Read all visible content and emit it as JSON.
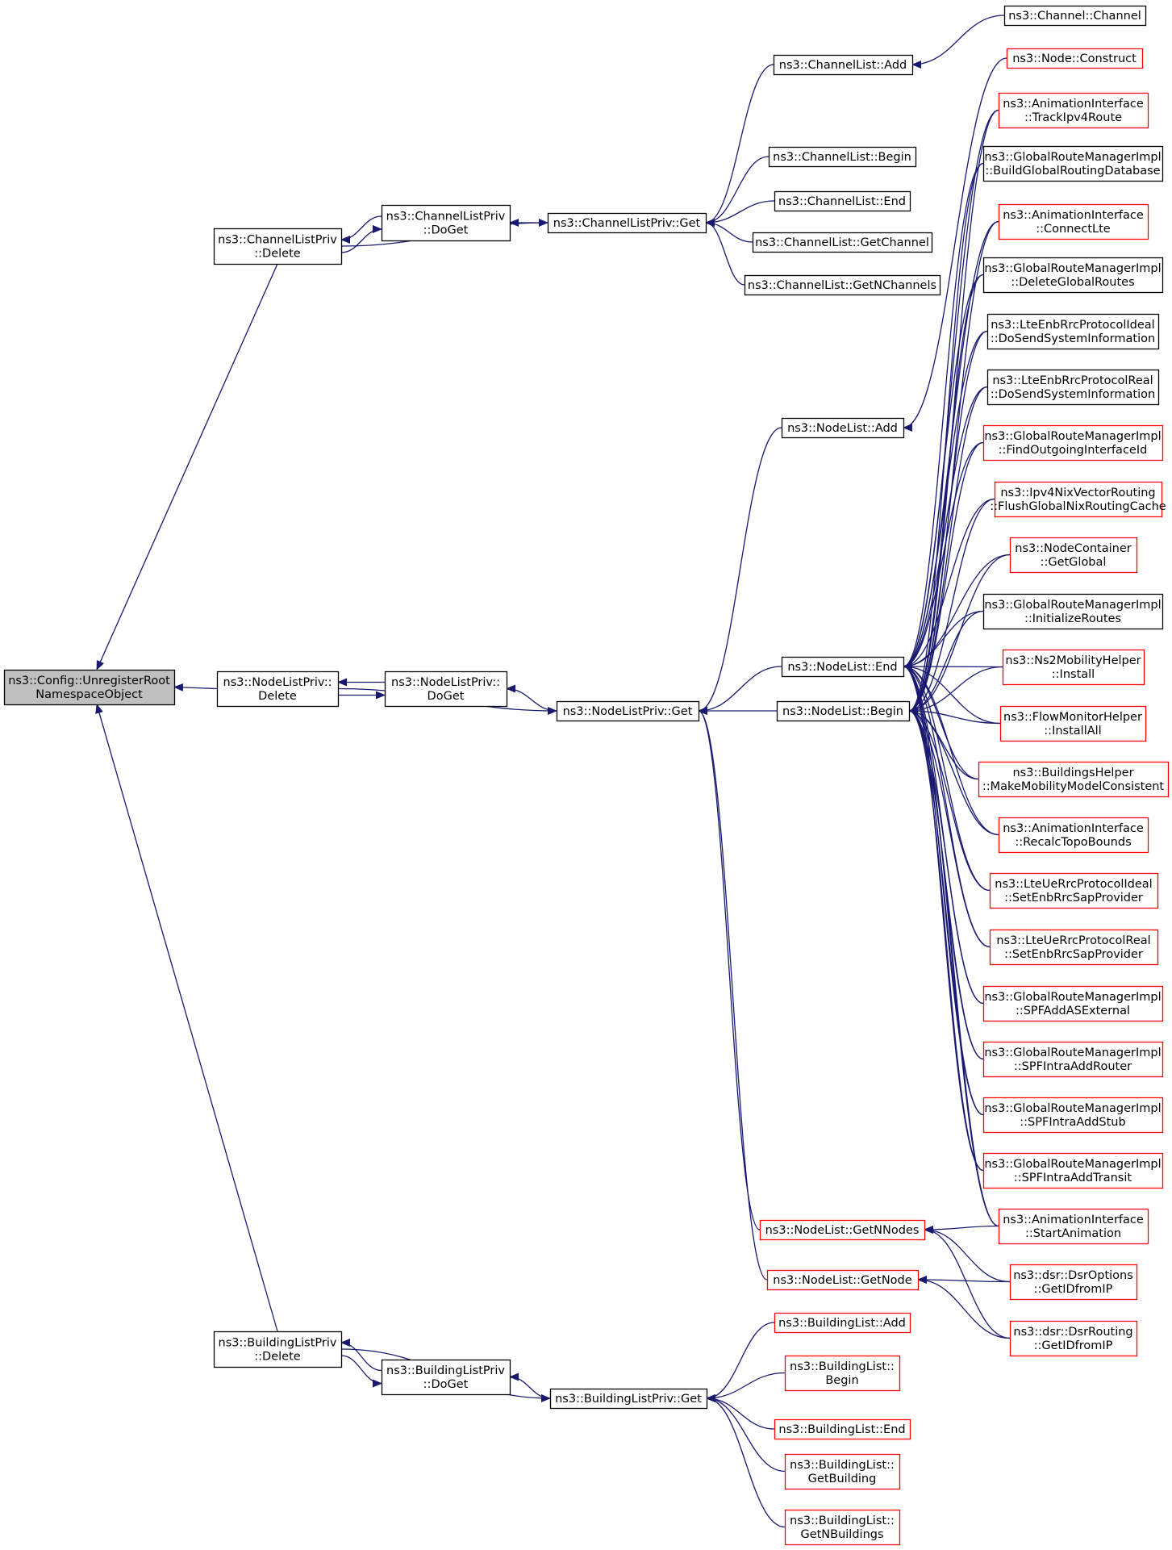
{
  "colors": {
    "edge": "#191970",
    "normal_border": "#000000",
    "truncated_border": "#ff0000",
    "root_fill": "#bfbfbf",
    "node_fill": "#ffffff"
  },
  "nodes": [
    {
      "id": "root",
      "lines": [
        "ns3::Config::UnregisterRoot",
        "NamespaceObject"
      ],
      "kind": "root"
    },
    {
      "id": "clp_delete",
      "lines": [
        "ns3::ChannelListPriv",
        "::Delete"
      ],
      "kind": "normal"
    },
    {
      "id": "clp_doget",
      "lines": [
        "ns3::ChannelListPriv",
        "::DoGet"
      ],
      "kind": "normal"
    },
    {
      "id": "clp_get",
      "lines": [
        "ns3::ChannelListPriv::Get"
      ],
      "kind": "normal"
    },
    {
      "id": "cl_add",
      "lines": [
        "ns3::ChannelList::Add"
      ],
      "kind": "normal"
    },
    {
      "id": "cl_begin",
      "lines": [
        "ns3::ChannelList::Begin"
      ],
      "kind": "normal"
    },
    {
      "id": "cl_end",
      "lines": [
        "ns3::ChannelList::End"
      ],
      "kind": "normal"
    },
    {
      "id": "cl_getchannel",
      "lines": [
        "ns3::ChannelList::GetChannel"
      ],
      "kind": "normal"
    },
    {
      "id": "cl_getn",
      "lines": [
        "ns3::ChannelList::GetNChannels"
      ],
      "kind": "normal"
    },
    {
      "id": "channel_ctor",
      "lines": [
        "ns3::Channel::Channel"
      ],
      "kind": "normal"
    },
    {
      "id": "node_construct",
      "lines": [
        "ns3::Node::Construct"
      ],
      "kind": "truncated"
    },
    {
      "id": "ai_trackipv4",
      "lines": [
        "ns3::AnimationInterface",
        "::TrackIpv4Route"
      ],
      "kind": "truncated"
    },
    {
      "id": "grmi_build",
      "lines": [
        "ns3::GlobalRouteManagerImpl",
        "::BuildGlobalRoutingDatabase"
      ],
      "kind": "normal"
    },
    {
      "id": "ai_connectlte",
      "lines": [
        "ns3::AnimationInterface",
        "::ConnectLte"
      ],
      "kind": "truncated"
    },
    {
      "id": "grmi_delete",
      "lines": [
        "ns3::GlobalRouteManagerImpl",
        "::DeleteGlobalRoutes"
      ],
      "kind": "normal"
    },
    {
      "id": "lte_enb_ideal",
      "lines": [
        "ns3::LteEnbRrcProtocolIdeal",
        "::DoSendSystemInformation"
      ],
      "kind": "normal"
    },
    {
      "id": "lte_enb_real",
      "lines": [
        "ns3::LteEnbRrcProtocolReal",
        "::DoSendSystemInformation"
      ],
      "kind": "normal"
    },
    {
      "id": "grmi_findout",
      "lines": [
        "ns3::GlobalRouteManagerImpl",
        "::FindOutgoingInterfaceId"
      ],
      "kind": "truncated"
    },
    {
      "id": "ipv4nix",
      "lines": [
        "ns3::Ipv4NixVectorRouting",
        "::FlushGlobalNixRoutingCache"
      ],
      "kind": "truncated"
    },
    {
      "id": "nc_getglobal",
      "lines": [
        "ns3::NodeContainer",
        "::GetGlobal"
      ],
      "kind": "truncated"
    },
    {
      "id": "grmi_init",
      "lines": [
        "ns3::GlobalRouteManagerImpl",
        "::InitializeRoutes"
      ],
      "kind": "normal"
    },
    {
      "id": "ns2mob",
      "lines": [
        "ns3::Ns2MobilityHelper",
        "::Install"
      ],
      "kind": "truncated"
    },
    {
      "id": "flowmon",
      "lines": [
        "ns3::FlowMonitorHelper",
        "::InstallAll"
      ],
      "kind": "truncated"
    },
    {
      "id": "buildings_helper",
      "lines": [
        "ns3::BuildingsHelper",
        "::MakeMobilityModelConsistent"
      ],
      "kind": "truncated"
    },
    {
      "id": "ai_recalc",
      "lines": [
        "ns3::AnimationInterface",
        "::RecalcTopoBounds"
      ],
      "kind": "truncated"
    },
    {
      "id": "lte_ue_ideal",
      "lines": [
        "ns3::LteUeRrcProtocolIdeal",
        "::SetEnbRrcSapProvider"
      ],
      "kind": "truncated"
    },
    {
      "id": "lte_ue_real",
      "lines": [
        "ns3::LteUeRrcProtocolReal",
        "::SetEnbRrcSapProvider"
      ],
      "kind": "truncated"
    },
    {
      "id": "grmi_spfas",
      "lines": [
        "ns3::GlobalRouteManagerImpl",
        "::SPFAddASExternal"
      ],
      "kind": "truncated"
    },
    {
      "id": "grmi_spfrouter",
      "lines": [
        "ns3::GlobalRouteManagerImpl",
        "::SPFIntraAddRouter"
      ],
      "kind": "truncated"
    },
    {
      "id": "grmi_spfstub",
      "lines": [
        "ns3::GlobalRouteManagerImpl",
        "::SPFIntraAddStub"
      ],
      "kind": "truncated"
    },
    {
      "id": "grmi_spftransit",
      "lines": [
        "ns3::GlobalRouteManagerImpl",
        "::SPFIntraAddTransit"
      ],
      "kind": "truncated"
    },
    {
      "id": "ai_start",
      "lines": [
        "ns3::AnimationInterface",
        "::StartAnimation"
      ],
      "kind": "truncated"
    },
    {
      "id": "dsr_options",
      "lines": [
        "ns3::dsr::DsrOptions",
        "::GetIDfromIP"
      ],
      "kind": "truncated"
    },
    {
      "id": "dsr_routing",
      "lines": [
        "ns3::dsr::DsrRouting",
        "::GetIDfromIP"
      ],
      "kind": "truncated"
    },
    {
      "id": "nlp_delete",
      "lines": [
        "ns3::NodeListPriv::",
        "Delete"
      ],
      "kind": "normal"
    },
    {
      "id": "nlp_doget",
      "lines": [
        "ns3::NodeListPriv::",
        "DoGet"
      ],
      "kind": "normal"
    },
    {
      "id": "nlp_get",
      "lines": [
        "ns3::NodeListPriv::Get"
      ],
      "kind": "normal"
    },
    {
      "id": "nl_add",
      "lines": [
        "ns3::NodeList::Add"
      ],
      "kind": "normal"
    },
    {
      "id": "nl_end",
      "lines": [
        "ns3::NodeList::End"
      ],
      "kind": "normal"
    },
    {
      "id": "nl_begin",
      "lines": [
        "ns3::NodeList::Begin"
      ],
      "kind": "normal"
    },
    {
      "id": "nl_getnnodes",
      "lines": [
        "ns3::NodeList::GetNNodes"
      ],
      "kind": "truncated"
    },
    {
      "id": "nl_getnode",
      "lines": [
        "ns3::NodeList::GetNode"
      ],
      "kind": "truncated"
    },
    {
      "id": "blp_delete",
      "lines": [
        "ns3::BuildingListPriv",
        "::Delete"
      ],
      "kind": "normal"
    },
    {
      "id": "blp_doget",
      "lines": [
        "ns3::BuildingListPriv",
        "::DoGet"
      ],
      "kind": "normal"
    },
    {
      "id": "blp_get",
      "lines": [
        "ns3::BuildingListPriv::Get"
      ],
      "kind": "normal"
    },
    {
      "id": "bl_add",
      "lines": [
        "ns3::BuildingList::Add"
      ],
      "kind": "truncated"
    },
    {
      "id": "bl_begin",
      "lines": [
        "ns3::BuildingList::",
        "Begin"
      ],
      "kind": "truncated"
    },
    {
      "id": "bl_end",
      "lines": [
        "ns3::BuildingList::End"
      ],
      "kind": "truncated"
    },
    {
      "id": "bl_getbuilding",
      "lines": [
        "ns3::BuildingList::",
        "GetBuilding"
      ],
      "kind": "truncated"
    },
    {
      "id": "bl_getn",
      "lines": [
        "ns3::BuildingList::",
        "GetNBuildings"
      ],
      "kind": "truncated"
    }
  ],
  "edges": [
    {
      "from": "clp_delete",
      "to": "root"
    },
    {
      "from": "nlp_delete",
      "to": "root"
    },
    {
      "from": "blp_delete",
      "to": "root"
    },
    {
      "from": "clp_doget",
      "to": "clp_delete"
    },
    {
      "from": "clp_delete",
      "to": "clp_doget"
    },
    {
      "from": "clp_get",
      "to": "clp_doget"
    },
    {
      "from": "clp_delete",
      "to": "clp_get"
    },
    {
      "from": "cl_add",
      "to": "clp_get"
    },
    {
      "from": "cl_begin",
      "to": "clp_get"
    },
    {
      "from": "cl_end",
      "to": "clp_get"
    },
    {
      "from": "cl_getchannel",
      "to": "clp_get"
    },
    {
      "from": "cl_getn",
      "to": "clp_get"
    },
    {
      "from": "channel_ctor",
      "to": "cl_add"
    },
    {
      "from": "nlp_doget",
      "to": "nlp_delete"
    },
    {
      "from": "nlp_delete",
      "to": "nlp_doget"
    },
    {
      "from": "nlp_get",
      "to": "nlp_doget"
    },
    {
      "from": "nlp_delete",
      "to": "nlp_get"
    },
    {
      "from": "nl_add",
      "to": "nlp_get"
    },
    {
      "from": "nl_end",
      "to": "nlp_get"
    },
    {
      "from": "nl_begin",
      "to": "nlp_get"
    },
    {
      "from": "nl_getnnodes",
      "to": "nlp_get"
    },
    {
      "from": "nl_getnode",
      "to": "nlp_get"
    },
    {
      "from": "node_construct",
      "to": "nl_add"
    },
    {
      "from": "ai_trackipv4",
      "to": "nl_end"
    },
    {
      "from": "grmi_build",
      "to": "nl_end"
    },
    {
      "from": "ai_connectlte",
      "to": "nl_end"
    },
    {
      "from": "grmi_delete",
      "to": "nl_end"
    },
    {
      "from": "lte_enb_ideal",
      "to": "nl_end"
    },
    {
      "from": "lte_enb_real",
      "to": "nl_end"
    },
    {
      "from": "grmi_findout",
      "to": "nl_end"
    },
    {
      "from": "ipv4nix",
      "to": "nl_end"
    },
    {
      "from": "nc_getglobal",
      "to": "nl_end"
    },
    {
      "from": "grmi_init",
      "to": "nl_end"
    },
    {
      "from": "ns2mob",
      "to": "nl_end"
    },
    {
      "from": "flowmon",
      "to": "nl_end"
    },
    {
      "from": "buildings_helper",
      "to": "nl_end"
    },
    {
      "from": "ai_recalc",
      "to": "nl_end"
    },
    {
      "from": "lte_ue_ideal",
      "to": "nl_end"
    },
    {
      "from": "lte_ue_real",
      "to": "nl_end"
    },
    {
      "from": "grmi_spfas",
      "to": "nl_end"
    },
    {
      "from": "grmi_spfrouter",
      "to": "nl_end"
    },
    {
      "from": "grmi_spfstub",
      "to": "nl_end"
    },
    {
      "from": "grmi_spftransit",
      "to": "nl_end"
    },
    {
      "from": "ai_start",
      "to": "nl_end"
    },
    {
      "from": "ai_trackipv4",
      "to": "nl_begin"
    },
    {
      "from": "grmi_build",
      "to": "nl_begin"
    },
    {
      "from": "ai_connectlte",
      "to": "nl_begin"
    },
    {
      "from": "grmi_delete",
      "to": "nl_begin"
    },
    {
      "from": "lte_enb_ideal",
      "to": "nl_begin"
    },
    {
      "from": "lte_enb_real",
      "to": "nl_begin"
    },
    {
      "from": "grmi_findout",
      "to": "nl_begin"
    },
    {
      "from": "ipv4nix",
      "to": "nl_begin"
    },
    {
      "from": "nc_getglobal",
      "to": "nl_begin"
    },
    {
      "from": "grmi_init",
      "to": "nl_begin"
    },
    {
      "from": "ns2mob",
      "to": "nl_begin"
    },
    {
      "from": "flowmon",
      "to": "nl_begin"
    },
    {
      "from": "buildings_helper",
      "to": "nl_begin"
    },
    {
      "from": "ai_recalc",
      "to": "nl_begin"
    },
    {
      "from": "lte_ue_ideal",
      "to": "nl_begin"
    },
    {
      "from": "lte_ue_real",
      "to": "nl_begin"
    },
    {
      "from": "grmi_spfas",
      "to": "nl_begin"
    },
    {
      "from": "grmi_spfrouter",
      "to": "nl_begin"
    },
    {
      "from": "grmi_spfstub",
      "to": "nl_begin"
    },
    {
      "from": "grmi_spftransit",
      "to": "nl_begin"
    },
    {
      "from": "ai_start",
      "to": "nl_begin"
    },
    {
      "from": "ai_start",
      "to": "nl_getnnodes"
    },
    {
      "from": "dsr_options",
      "to": "nl_getnnodes"
    },
    {
      "from": "dsr_routing",
      "to": "nl_getnnodes"
    },
    {
      "from": "dsr_options",
      "to": "nl_getnode"
    },
    {
      "from": "dsr_routing",
      "to": "nl_getnode"
    },
    {
      "from": "blp_doget",
      "to": "blp_delete"
    },
    {
      "from": "blp_delete",
      "to": "blp_doget"
    },
    {
      "from": "blp_get",
      "to": "blp_doget"
    },
    {
      "from": "blp_delete",
      "to": "blp_get"
    },
    {
      "from": "bl_add",
      "to": "blp_get"
    },
    {
      "from": "bl_begin",
      "to": "blp_get"
    },
    {
      "from": "bl_end",
      "to": "blp_get"
    },
    {
      "from": "bl_getbuilding",
      "to": "blp_get"
    },
    {
      "from": "bl_getn",
      "to": "blp_get"
    }
  ]
}
